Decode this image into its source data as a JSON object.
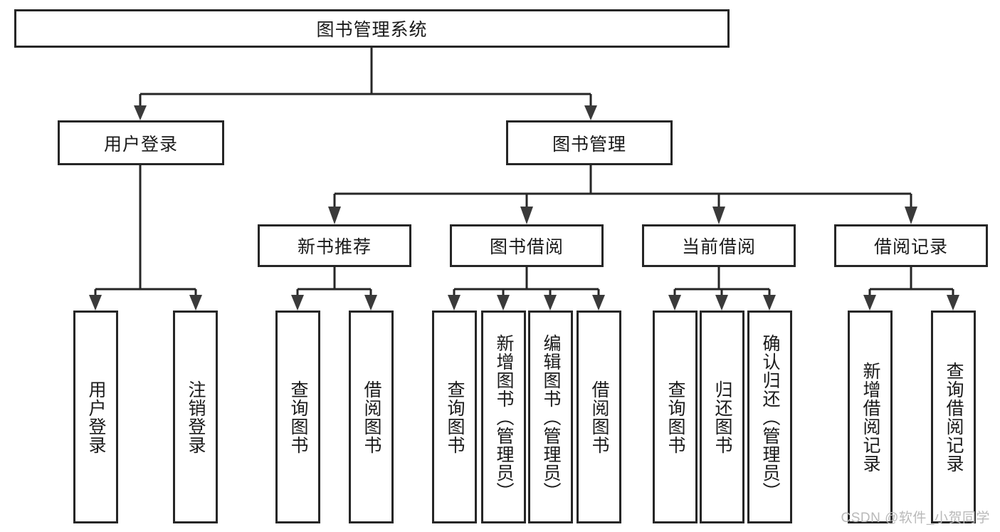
{
  "diagram": {
    "type": "tree-hierarchy",
    "title": "图书管理系统",
    "watermark": "CSDN @软件_小贺同学",
    "colors": {
      "box_border": "#262626",
      "box_fill": "#ffffff",
      "connector": "#262626",
      "arrow": "#3a3a3a",
      "text": "#1a1a1a",
      "watermark": "#b9b9b9",
      "background": "#ffffff"
    },
    "nodes": {
      "root": {
        "label": "图书管理系统"
      },
      "level1": [
        {
          "label": "用户登录"
        },
        {
          "label": "图书管理"
        }
      ],
      "level2": [
        {
          "label": "新书推荐"
        },
        {
          "label": "图书借阅"
        },
        {
          "label": "当前借阅"
        },
        {
          "label": "借阅记录"
        }
      ],
      "leaves_user_login": [
        {
          "label": "用户登录"
        },
        {
          "label": "注销登录"
        }
      ],
      "leaves_new_book": [
        {
          "label": "查询图书"
        },
        {
          "label": "借阅图书"
        }
      ],
      "leaves_borrow": [
        {
          "label": "查询图书"
        },
        {
          "label": "新增图书（管理员）"
        },
        {
          "label": "编辑图书（管理员）"
        },
        {
          "label": "借阅图书"
        }
      ],
      "leaves_current": [
        {
          "label": "查询图书"
        },
        {
          "label": "归还图书"
        },
        {
          "label": "确认归还（管理员）"
        }
      ],
      "leaves_records": [
        {
          "label": "新增借阅记录"
        },
        {
          "label": "查询借阅记录"
        }
      ]
    }
  }
}
